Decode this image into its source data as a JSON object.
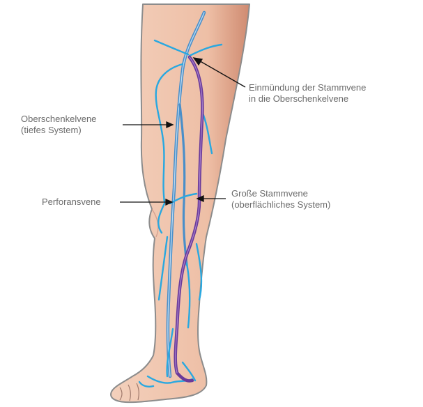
{
  "labels": {
    "confluence": {
      "line1": "Einmündung der Stammvene",
      "line2": "in die Oberschenkelvene"
    },
    "femoral": {
      "line1": "Oberschenkelvene",
      "line2": "(tiefes System)"
    },
    "saphenous": {
      "line1": "Große Stammvene",
      "line2": "(oberflächliches System)"
    },
    "perforator": {
      "line1": "Perforansvene"
    }
  },
  "colors": {
    "skin": "#f1c8b0",
    "skin_shade": "#d99a80",
    "outline": "#8c8c8c",
    "deep_vein": "#4a8fc9",
    "superficial_vein": "#29a8e0",
    "great_saphenous": "#6a3a9a",
    "arrow": "#111111",
    "label_text": "#6b6b6b"
  }
}
